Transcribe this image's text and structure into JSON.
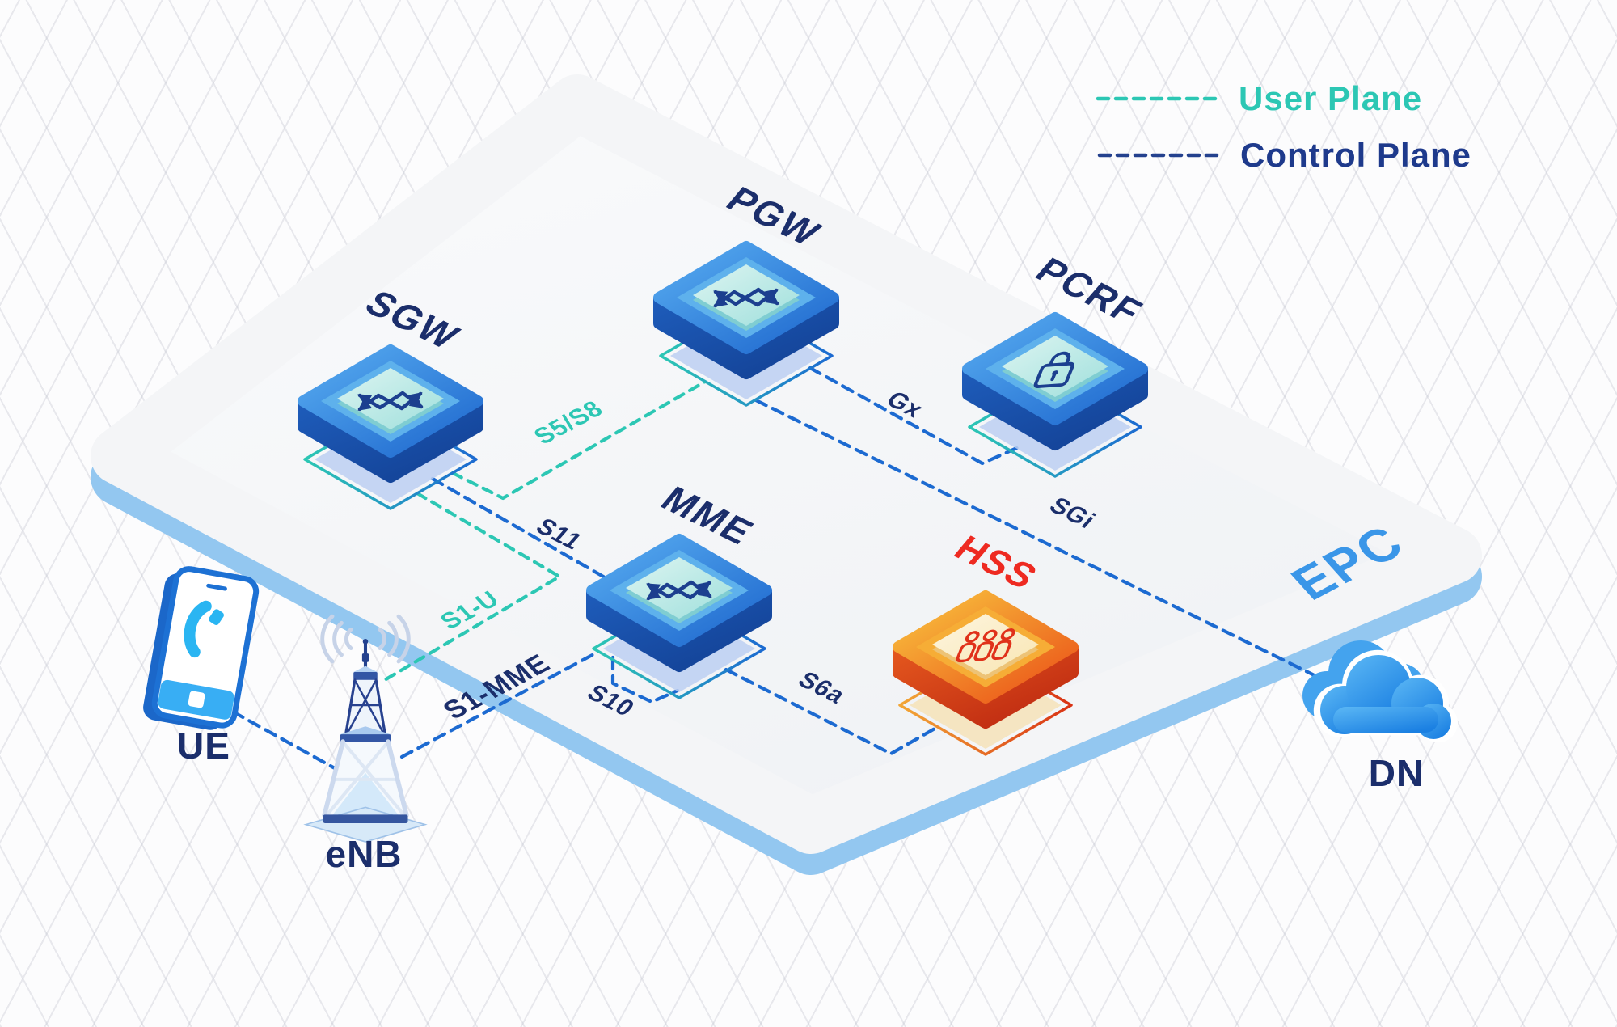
{
  "legend": {
    "user_plane": "User Plane",
    "control_plane": "Control Plane",
    "user_plane_color": "#2cc7b4",
    "control_plane_color": "#24418e"
  },
  "platform": {
    "label": "EPC",
    "label_color": "#3a96e8",
    "side_color": "#93c7f0"
  },
  "labels": {
    "sgw": "SGW",
    "pgw": "PGW",
    "pcrf": "PCRF",
    "mme": "MME",
    "hss": "HSS",
    "ue": "UE",
    "enb": "eNB",
    "dn": "DN"
  },
  "nodes": [
    {
      "id": "sgw",
      "label": "SGW",
      "type": "serving-gateway",
      "icon": "router-icon",
      "color": "#1e6bd1"
    },
    {
      "id": "pgw",
      "label": "PGW",
      "type": "packet-gateway",
      "icon": "router-icon",
      "color": "#1e6bd1"
    },
    {
      "id": "pcrf",
      "label": "PCRF",
      "type": "policy-rules",
      "icon": "lock-icon",
      "color": "#1e6bd1"
    },
    {
      "id": "mme",
      "label": "MME",
      "type": "mobility-management",
      "icon": "router-icon",
      "color": "#1e6bd1"
    },
    {
      "id": "hss",
      "label": "HSS",
      "type": "subscriber-server",
      "icon": "subscribers-icon",
      "color": "#ee5a1b",
      "label_color": "#ee2a21"
    }
  ],
  "endpoints": [
    {
      "id": "ue",
      "label": "UE",
      "icon": "smartphone-icon"
    },
    {
      "id": "enb",
      "label": "eNB",
      "icon": "cell-tower-icon"
    },
    {
      "id": "dn",
      "label": "DN",
      "icon": "cloud-icon"
    }
  ],
  "interfaces": {
    "s5s8": {
      "label": "S5/S8",
      "plane": "user"
    },
    "s11": {
      "label": "S11",
      "plane": "control"
    },
    "s1u": {
      "label": "S1-U",
      "plane": "user"
    },
    "s1mme": {
      "label": "S1-MME",
      "plane": "control"
    },
    "s10": {
      "label": "S10",
      "plane": "control"
    },
    "s6a": {
      "label": "S6a",
      "plane": "control"
    },
    "gx": {
      "label": "Gx",
      "plane": "control"
    },
    "sgi": {
      "label": "SGi",
      "plane": "control"
    }
  },
  "connections": [
    {
      "interface": "S1-U",
      "plane": "user",
      "from": "eNB",
      "to": "SGW"
    },
    {
      "interface": "S5/S8",
      "plane": "user",
      "from": "SGW",
      "to": "PGW"
    },
    {
      "interface": "S11",
      "plane": "control",
      "from": "SGW",
      "to": "MME"
    },
    {
      "interface": "S1-MME",
      "plane": "control",
      "from": "eNB",
      "to": "MME"
    },
    {
      "interface": "S10",
      "plane": "control",
      "from": "MME",
      "to": "MME"
    },
    {
      "interface": "S6a",
      "plane": "control",
      "from": "MME",
      "to": "HSS"
    },
    {
      "interface": "Gx",
      "plane": "control",
      "from": "PGW",
      "to": "PCRF"
    },
    {
      "interface": "SGi",
      "plane": "control",
      "from": "PGW",
      "to": "DN"
    },
    {
      "interface": "",
      "plane": "control",
      "from": "UE",
      "to": "eNB"
    }
  ],
  "colors": {
    "user_plane_line": "#2cc7b4",
    "control_plane_line": "#1c6ad1",
    "navy_text": "#1b2e6b",
    "epc_label": "#3a96e8",
    "hss_label": "#ee2a21",
    "node_blue": "#1e6bd1",
    "node_orange": "#ee5a1b",
    "platform_side": "#93c7f0"
  }
}
